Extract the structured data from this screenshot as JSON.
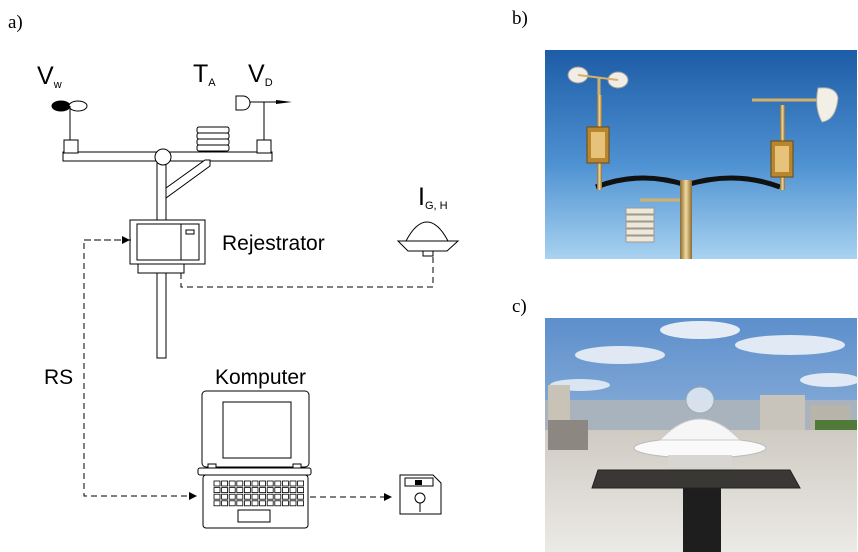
{
  "panels": {
    "a": "a)",
    "b": "b)",
    "c": "c)"
  },
  "labels": {
    "wind_speed_main": "V",
    "wind_speed_sub": "w",
    "temperature_main": "T",
    "temperature_sub": "A",
    "wind_dir_main": "V",
    "wind_dir_sub": "D",
    "irradiance_main": "I",
    "irradiance_sub": "G, H",
    "logger": "Rejestrator",
    "computer": "Komputer",
    "link": "RS"
  },
  "icons": {
    "anemometer": "anemometer-icon",
    "wind_vane": "wind-vane-icon",
    "thermometer_shield": "radiation-shield-icon",
    "pyranometer": "pyranometer-icon",
    "logger": "data-logger-icon",
    "laptop": "laptop-icon",
    "floppy": "floppy-disk-icon"
  },
  "photos": {
    "b_sky_top": "#1f5fa8",
    "b_sky_bottom": "#8fc3ec",
    "c_sky": "#6e9fd6",
    "c_roof": "#e3e1dc"
  }
}
